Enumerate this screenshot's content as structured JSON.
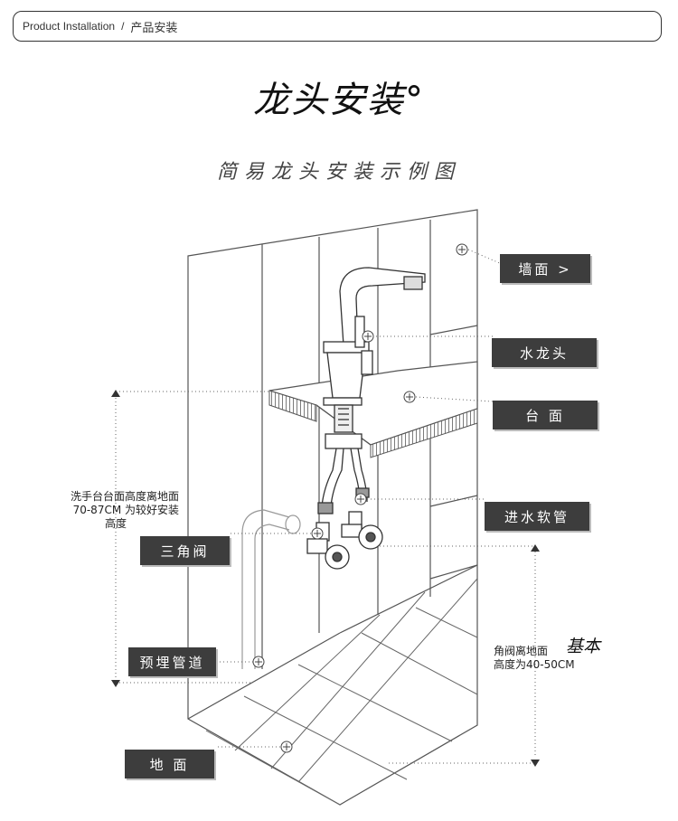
{
  "breadcrumb": {
    "en": "Product Installation",
    "separator": "/",
    "zh": "产品安装"
  },
  "title": "龙头安装°",
  "subtitle": "简易龙头安装示例图",
  "labels": {
    "wall": "墙面 >",
    "faucet": "水龙头",
    "countertop": "台 面",
    "inlet_hose": "进水软管",
    "angle_valve": "三角阀",
    "embedded_pipe": "预埋管道",
    "floor": "地 面"
  },
  "notes": {
    "basin_height_line1": "洗手台台面高度离地面",
    "basin_height_line2": "70-87CM 为较好安装",
    "basin_height_line3": "高度",
    "valve_height_line1": "角阀离地面",
    "valve_height_line2": "高度为40-50CM",
    "valve_height_hand": "基本"
  },
  "colors": {
    "label_bg": "#3d3d3d",
    "line": "#555555",
    "text": "#222222"
  }
}
